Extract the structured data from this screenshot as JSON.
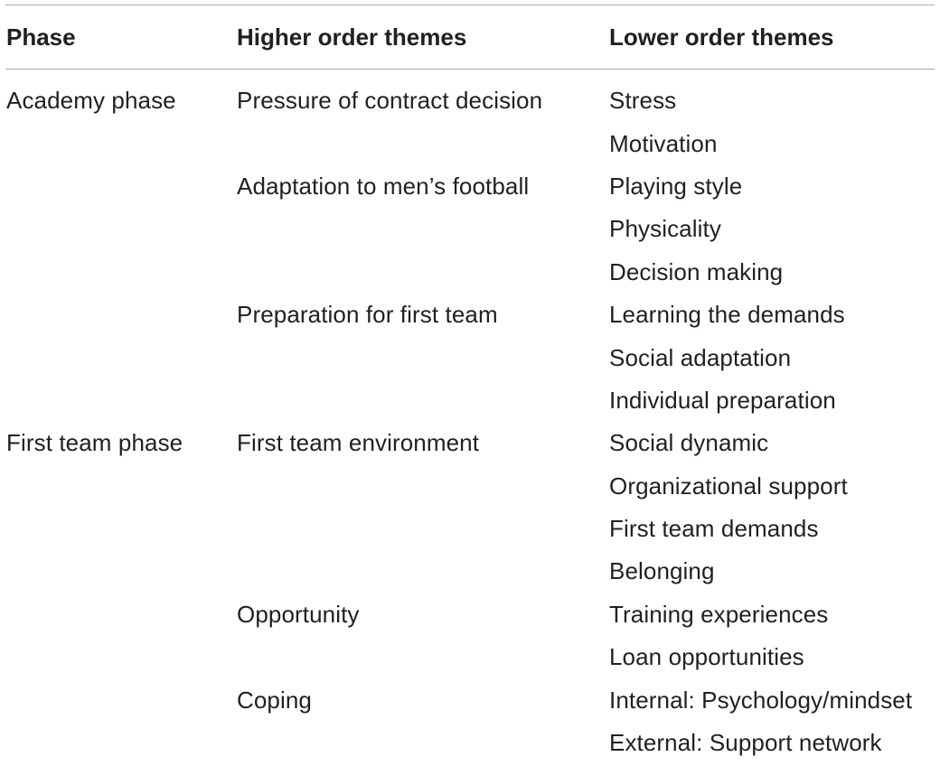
{
  "table": {
    "headers": {
      "phase": "Phase",
      "higher": "Higher order themes",
      "lower": "Lower order themes"
    },
    "rows": [
      {
        "phase": "Academy phase",
        "higher": "Pressure of contract decision",
        "lower": "Stress"
      },
      {
        "phase": "",
        "higher": "",
        "lower": "Motivation"
      },
      {
        "phase": "",
        "higher": "Adaptation to men’s football",
        "lower": "Playing style"
      },
      {
        "phase": "",
        "higher": "",
        "lower": "Physicality"
      },
      {
        "phase": "",
        "higher": "",
        "lower": "Decision making"
      },
      {
        "phase": "",
        "higher": "Preparation for first team",
        "lower": "Learning the demands"
      },
      {
        "phase": "",
        "higher": "",
        "lower": "Social adaptation"
      },
      {
        "phase": "",
        "higher": "",
        "lower": "Individual preparation"
      },
      {
        "phase": "First team phase",
        "higher": "First team environment",
        "lower": "Social dynamic"
      },
      {
        "phase": "",
        "higher": "",
        "lower": "Organizational support"
      },
      {
        "phase": "",
        "higher": "",
        "lower": "First team demands"
      },
      {
        "phase": "",
        "higher": "",
        "lower": "Belonging"
      },
      {
        "phase": "",
        "higher": "Opportunity",
        "lower": "Training experiences"
      },
      {
        "phase": "",
        "higher": "",
        "lower": "Loan opportunities"
      },
      {
        "phase": "",
        "higher": "Coping",
        "lower": "Internal: Psychology/mindset"
      },
      {
        "phase": "",
        "higher": "",
        "lower": "External: Support network"
      }
    ]
  },
  "colors": {
    "text": "#231f20",
    "rule": "#a7a9ac"
  }
}
